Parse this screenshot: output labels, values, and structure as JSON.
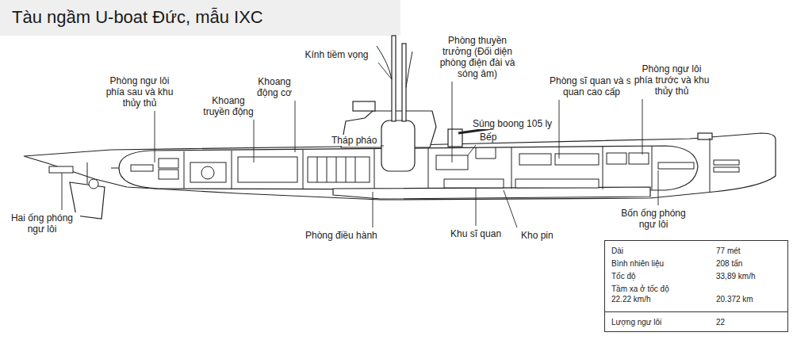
{
  "diagram": {
    "title": "Tàu ngầm U-boat Đức, mẫu IXC",
    "nodes": [
      {
        "text": [
          "Dài",
          "77 mét",
          "Bình nhiên liệu",
          "208 tấn",
          "Tốc độ",
          "33,89 km/h",
          "Tầm xa ở tốc độ 22.22 km/h",
          "20.372 km",
          "Lượng ngư lôi",
          "22"
        ]
      }
    ],
    "labels": [
      "Kính tiềm vọng",
      "Phòng thuyền trưởng (Đối diện phòng điện đài và sóng âm)",
      "Phòng sĩ quan và sĩ quan cao cấp",
      "Phòng ngư lôi phía trước và khu thủy thủ",
      "Phòng ngư lôi phía sau và khu thủy thủ",
      "Khoang truyền động",
      "Khoang động cơ",
      "Súng boong 105 ly",
      "Bếp",
      "Tháp pháo",
      "Hai ống phóng ngư lôi",
      "Phòng điều hành",
      "Khu sĩ quan",
      "Kho pin",
      "Bốn ống phóng ngư lôi"
    ]
  }
}
